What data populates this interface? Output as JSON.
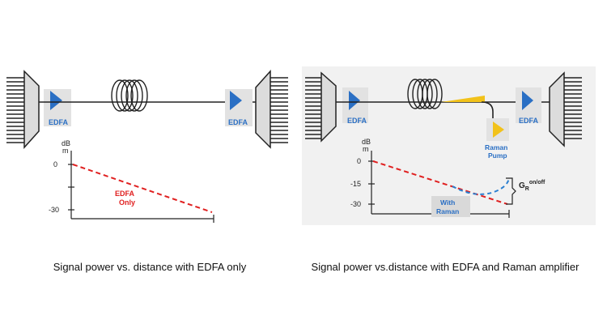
{
  "colors": {
    "edfa_blue": "#2a6fc4",
    "loss_red": "#e02020",
    "raman_dash_blue": "#2a7fd0",
    "pump_yellow": "#f2c21a",
    "line_dark": "#222222",
    "box_gray": "#dcdcdc",
    "right_bg": "#f1f1f1"
  },
  "left_panel": {
    "edfa_in_label": "EDFA",
    "edfa_out_label": "EDFA",
    "axis_unit": "dB\nm",
    "tick_0": "0",
    "tick_30": "-30",
    "curve_label_line1": "EDFA",
    "curve_label_line2": "Only",
    "caption": "Signal power vs. distance with EDFA only"
  },
  "right_panel": {
    "edfa_in_label": "EDFA",
    "edfa_out_label": "EDFA",
    "pump_label_line1": "Raman",
    "pump_label_line2": "Pump",
    "axis_unit": "dB\nm",
    "tick_0": "0",
    "tick_15": "-15",
    "tick_30": "-30",
    "gain_symbol": "G",
    "gain_sub": "R",
    "gain_sup": "on/off",
    "curve_label_line1": "With",
    "curve_label_line2": "Raman",
    "caption": "Signal power vs.distance with EDFA and Raman amplifier"
  },
  "icons": [
    "demux-icon",
    "mux-icon",
    "amplifier-triangle-icon",
    "fiber-spool-icon",
    "raman-pump-icon"
  ]
}
